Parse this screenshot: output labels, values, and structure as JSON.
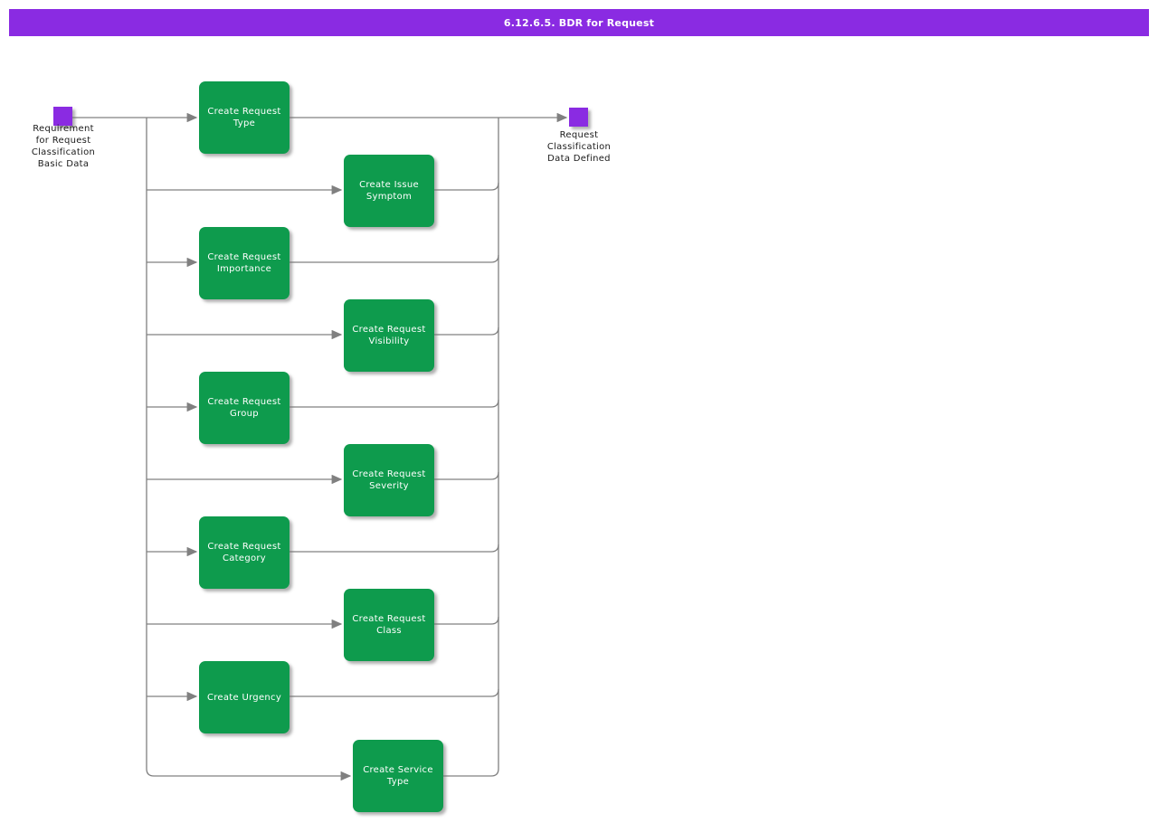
{
  "title_bar": {
    "text": "6.12.6.5. BDR for Request"
  },
  "colors": {
    "title_bar_bg": "#8a2be2",
    "task_fill": "#0e9b4d",
    "event_fill": "#8a2be2",
    "connector": "#808080",
    "task_text": "#ffffff",
    "label_text": "#1a1a1a"
  },
  "start_event": {
    "label": "Requirement\nfor Request\nClassification\nBasic Data"
  },
  "end_event": {
    "label": "Request\nClassification\nData Defined"
  },
  "tasks": [
    {
      "label": "Create Request\nType"
    },
    {
      "label": "Create Issue\nSymptom"
    },
    {
      "label": "Create Request\nImportance"
    },
    {
      "label": "Create Request\nVisibility"
    },
    {
      "label": "Create Request\nGroup"
    },
    {
      "label": "Create Request\nSeverity"
    },
    {
      "label": "Create Request\nCategory"
    },
    {
      "label": "Create Request\nClass"
    },
    {
      "label": "Create Urgency"
    },
    {
      "label": "Create Service\nType"
    }
  ]
}
